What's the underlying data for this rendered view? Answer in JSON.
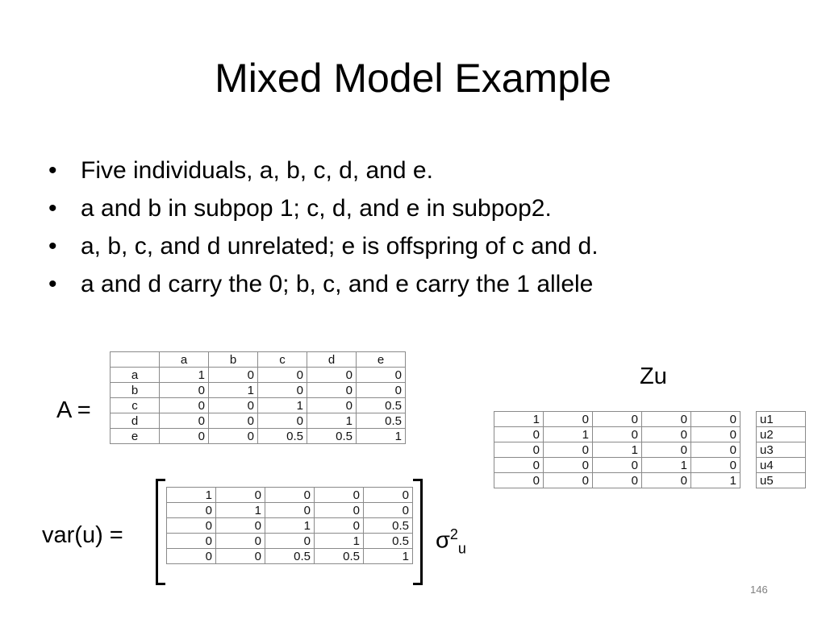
{
  "slide": {
    "title": "Mixed Model Example",
    "bullets": [
      "Five individuals, a, b, c, d, and e.",
      "a and b in subpop 1; c, d, and e in subpop2.",
      "a, b, c, and d unrelated; e is offspring of c and d.",
      "a and d carry the 0; b, c, and e carry the 1 allele"
    ],
    "page_number": "146"
  },
  "a_matrix": {
    "label": "A =",
    "col_headers": [
      "",
      "a",
      "b",
      "c",
      "d",
      "e"
    ],
    "rows": [
      {
        "name": "a",
        "values": [
          "1",
          "0",
          "0",
          "0",
          "0"
        ]
      },
      {
        "name": "b",
        "values": [
          "0",
          "1",
          "0",
          "0",
          "0"
        ]
      },
      {
        "name": "c",
        "values": [
          "0",
          "0",
          "1",
          "0",
          "0.5"
        ]
      },
      {
        "name": "d",
        "values": [
          "0",
          "0",
          "0",
          "1",
          "0.5"
        ]
      },
      {
        "name": "e",
        "values": [
          "0",
          "0",
          "0.5",
          "0.5",
          "1"
        ]
      }
    ]
  },
  "var_u": {
    "label": "var(u) =",
    "sigma": "σ",
    "sigma_sup": "2",
    "sigma_sub": "u",
    "rows": [
      [
        "1",
        "0",
        "0",
        "0",
        "0"
      ],
      [
        "0",
        "1",
        "0",
        "0",
        "0"
      ],
      [
        "0",
        "0",
        "1",
        "0",
        "0.5"
      ],
      [
        "0",
        "0",
        "0",
        "1",
        "0.5"
      ],
      [
        "0",
        "0",
        "0.5",
        "0.5",
        "1"
      ]
    ]
  },
  "zu": {
    "label": "Zu",
    "z_rows": [
      [
        "1",
        "0",
        "0",
        "0",
        "0"
      ],
      [
        "0",
        "1",
        "0",
        "0",
        "0"
      ],
      [
        "0",
        "0",
        "1",
        "0",
        "0"
      ],
      [
        "0",
        "0",
        "0",
        "1",
        "0"
      ],
      [
        "0",
        "0",
        "0",
        "0",
        "1"
      ]
    ],
    "u_vector": [
      "u1",
      "u2",
      "u3",
      "u4",
      "u5"
    ]
  }
}
